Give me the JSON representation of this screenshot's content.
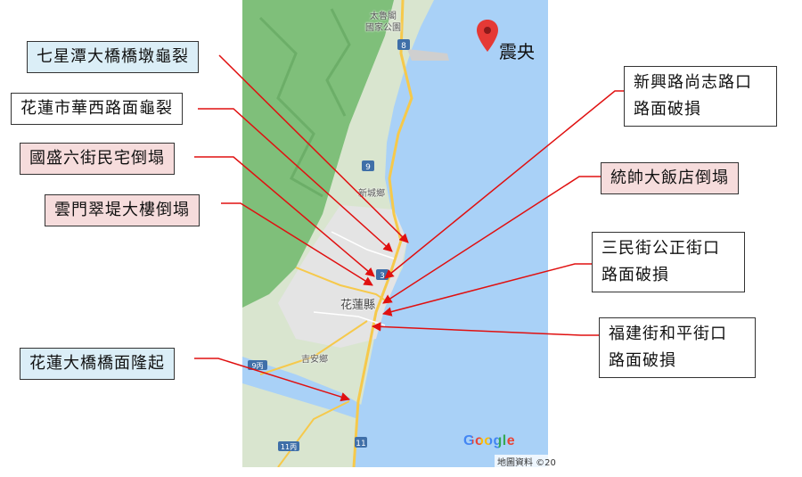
{
  "map": {
    "place_labels": {
      "park": "太魯閣\n國家公園",
      "xincheng": "新城鄉",
      "hualien_county": "花蓮縣",
      "jian": "吉安鄉"
    },
    "route_shields": {
      "r8": "8",
      "r9": "9",
      "r3": "3",
      "r9c": "9丙",
      "r11c": "11丙",
      "r11": "11"
    },
    "epicenter_label": "震央",
    "google_logo": "Google",
    "credit": "地圖資料 ©20",
    "colors": {
      "sea": "#a9d1f7",
      "mountain": "#7fbf7a",
      "road": "#f6c94b",
      "urban": "#e4e4e4",
      "arrow": "#e01010",
      "pin": "#e53935"
    }
  },
  "callouts": {
    "qixingtan": "七星潭大橋橋墩龜裂",
    "huaxi": "花蓮市華西路面龜裂",
    "guosheng": "國盛六街民宅倒塌",
    "yunmen": "雲門翠堤大樓倒塌",
    "hualien_bridge": "花蓮大橋橋面隆起",
    "xinxing": [
      "新興路尚志路口",
      "路面破損"
    ],
    "tongshuai": "統帥大飯店倒塌",
    "sanmin": [
      "三民街公正街口",
      "路面破損"
    ],
    "fujian": [
      "福建街和平街口",
      "路面破損"
    ]
  }
}
